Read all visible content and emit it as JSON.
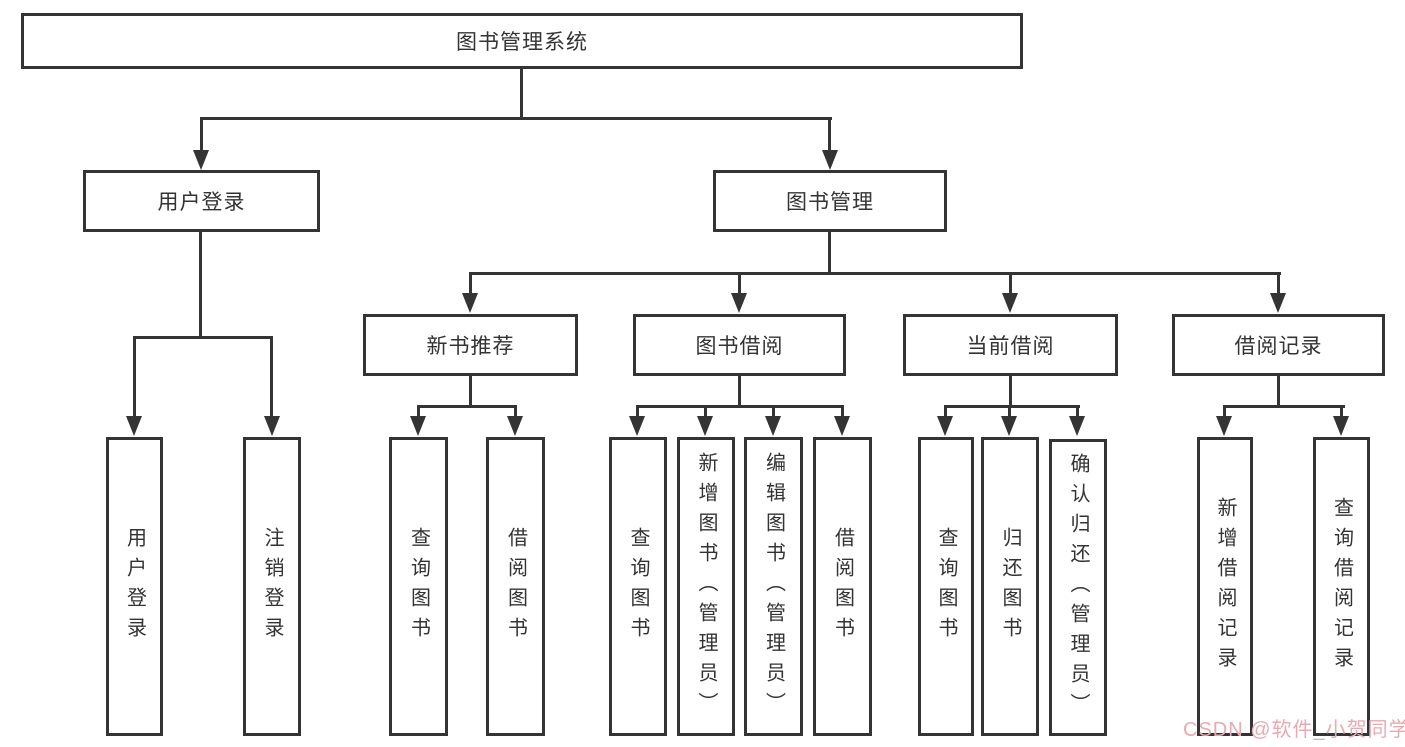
{
  "colors": {
    "line": "#343434",
    "text": "#333333",
    "box_fill": "#ffffff",
    "background": "#ffffff",
    "watermark": "#e8aab2"
  },
  "tree": {
    "label": "图书管理系统",
    "children": [
      {
        "label": "用户登录",
        "children": [
          {
            "label": "用户登录"
          },
          {
            "label": "注销登录"
          }
        ]
      },
      {
        "label": "图书管理",
        "children": [
          {
            "label": "新书推荐",
            "children": [
              {
                "label": "查询图书"
              },
              {
                "label": "借阅图书"
              }
            ]
          },
          {
            "label": "图书借阅",
            "children": [
              {
                "label": "查询图书"
              },
              {
                "label": "新增图书（管理员）"
              },
              {
                "label": "编辑图书（管理员）"
              },
              {
                "label": "借阅图书"
              }
            ]
          },
          {
            "label": "当前借阅",
            "children": [
              {
                "label": "查询图书"
              },
              {
                "label": "归还图书"
              },
              {
                "label": "确认归还（管理员）"
              }
            ]
          },
          {
            "label": "借阅记录",
            "children": [
              {
                "label": "新增借阅记录"
              },
              {
                "label": "查询借阅记录"
              }
            ]
          }
        ]
      }
    ]
  },
  "watermark": {
    "text": "CSDN @软件_小贺同学"
  }
}
